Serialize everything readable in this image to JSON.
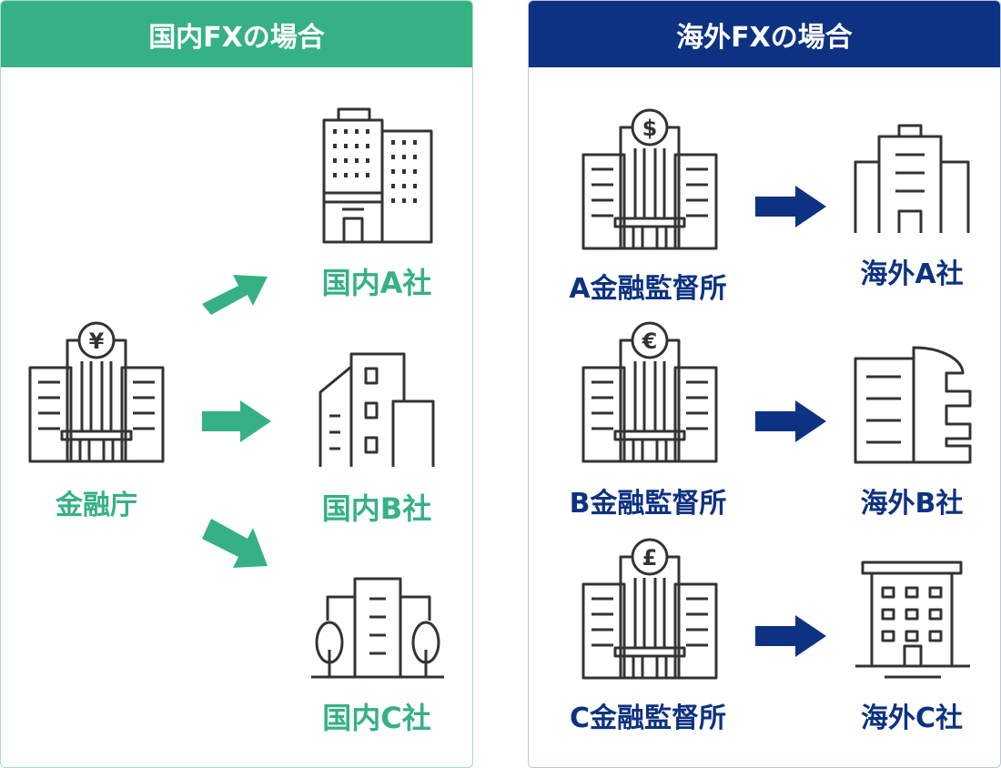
{
  "left_panel": {
    "title": "国内FXの場合",
    "regulator_label": "金融庁",
    "regulator_symbol": "¥",
    "companies": [
      "国内A社",
      "国内B社",
      "国内C社"
    ],
    "color": "#36b184"
  },
  "right_panel": {
    "title": "海外FXの場合",
    "color": "#0d3281",
    "rows": [
      {
        "regulator_label": "A金融監督所",
        "symbol": "$",
        "company": "海外A社"
      },
      {
        "regulator_label": "B金融監督所",
        "symbol": "€",
        "company": "海外B社"
      },
      {
        "regulator_label": "C金融監督所",
        "symbol": "£",
        "company": "海外C社"
      }
    ]
  },
  "icons": {
    "regulator": "bank-building-icon",
    "company": "office-building-icon",
    "connector": "arrow-icon"
  }
}
